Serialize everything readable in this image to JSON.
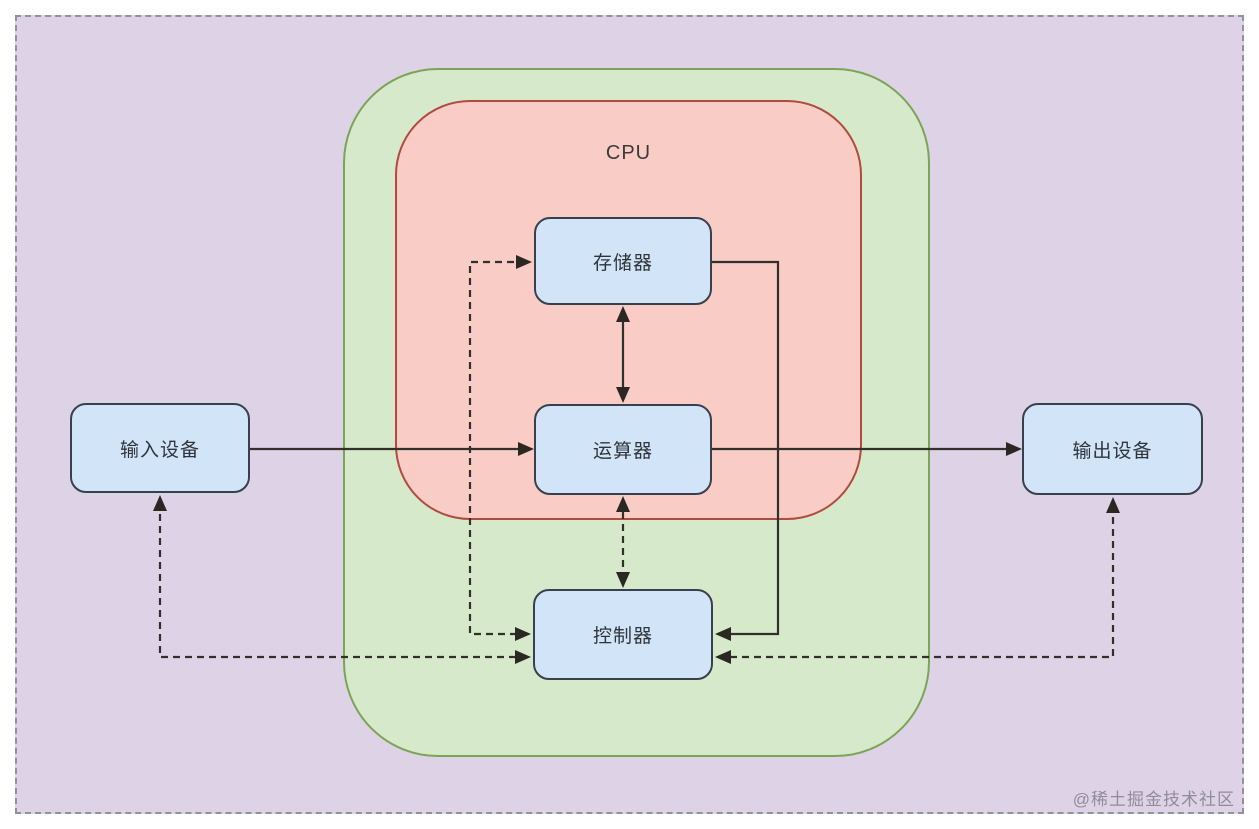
{
  "diagram": {
    "groups": {
      "host": {
        "label": ""
      },
      "cpu": {
        "label": "CPU"
      }
    },
    "nodes": {
      "input": {
        "label": "输入设备"
      },
      "memory": {
        "label": "存储器"
      },
      "alu": {
        "label": "运算器"
      },
      "controller": {
        "label": "控制器"
      },
      "output": {
        "label": "输出设备"
      }
    },
    "edges": [
      {
        "from": "input",
        "to": "alu",
        "style": "solid",
        "arrows": "forward",
        "route": "straight-horizontal"
      },
      {
        "from": "alu",
        "to": "output",
        "style": "solid",
        "arrows": "forward",
        "route": "straight-horizontal"
      },
      {
        "from": "memory",
        "to": "alu",
        "style": "solid",
        "arrows": "both",
        "route": "straight-vertical"
      },
      {
        "from": "alu",
        "to": "controller",
        "style": "dashed",
        "arrows": "both",
        "route": "straight-vertical"
      },
      {
        "from": "memory",
        "to": "controller",
        "style": "solid",
        "arrows": "forward",
        "route": "around-right-of-cpu"
      },
      {
        "from": "controller",
        "to": "memory",
        "style": "dashed",
        "arrows": "both",
        "route": "around-left-inside-cpu"
      },
      {
        "from": "controller",
        "to": "input",
        "style": "dashed",
        "arrows": "both",
        "route": "below-left"
      },
      {
        "from": "controller",
        "to": "output",
        "style": "dashed",
        "arrows": "both",
        "route": "below-right"
      }
    ],
    "watermark": "@稀土掘金技术社区",
    "colors": {
      "page_background": "#ffffff",
      "canvas_background": "#ded3e6",
      "canvas_border": "#92929b",
      "host_group_fill": "#d6e9ca",
      "host_group_stroke": "#7ca457",
      "cpu_group_fill": "#f9cdc6",
      "cpu_group_stroke": "#b14a3f",
      "node_fill": "#d2e4f8",
      "node_stroke": "#39404d",
      "edge_color": "#33302b",
      "text_color": "#30343a",
      "watermark_color": "#8e8e98"
    }
  }
}
